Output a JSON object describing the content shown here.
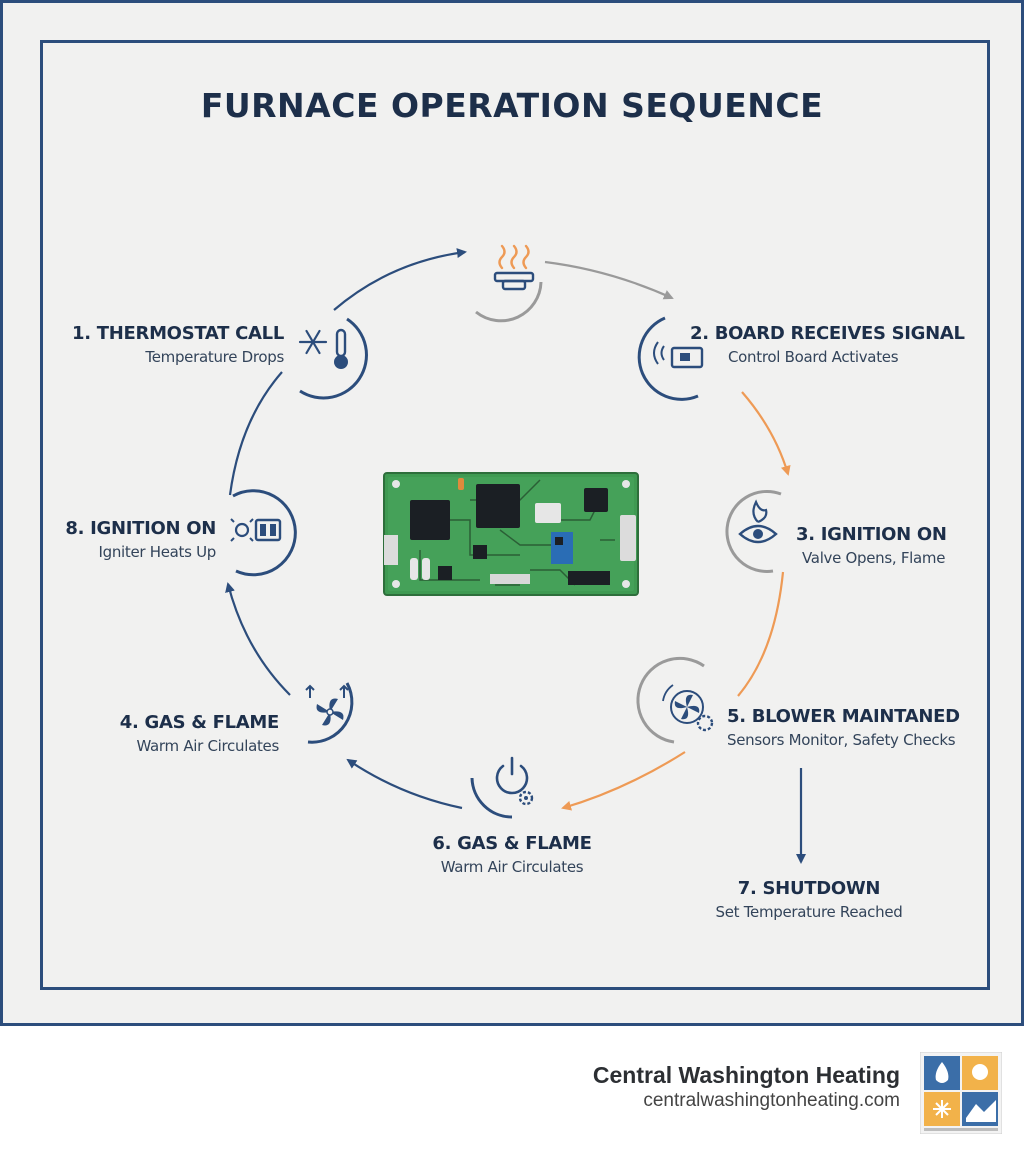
{
  "title": "FURNACE OPERATION SEQUENCE",
  "steps": [
    {
      "heading": "1. THERMOSTAT CALL",
      "sub": "Temperature Drops",
      "icon": "snowflake-thermometer-icon"
    },
    {
      "heading": "2. BOARD RECEIVES SIGNAL",
      "sub": "Control Board Activates",
      "icon": "signal-board-icon"
    },
    {
      "heading": "3. IGNITION ON",
      "sub": "Valve Opens, Flame",
      "icon": "flame-eye-icon"
    },
    {
      "heading": "5. BLOWER MAINTANED",
      "sub": "Sensors Monitor, Safety Checks",
      "icon": "fan-gear-icon"
    },
    {
      "heading": "6. GAS & FLAME",
      "sub": "Warm Air Circulates",
      "icon": "power-gear-icon"
    },
    {
      "heading": "7. SHUTDOWN",
      "sub": "Set Temperature Reached"
    },
    {
      "heading": "4. GAS & FLAME",
      "sub": "Warm Air Circulates",
      "icon": "fan-arrows-icon"
    },
    {
      "heading": "8. IGNITION ON",
      "sub": "Igniter Heats Up",
      "icon": "igniter-icon"
    }
  ],
  "top_icon": "burner-flame-icon",
  "center_image": "circuit-board-illustration",
  "footer": {
    "company": "Central Washington Heating",
    "url": "centralwashingtonheating.com",
    "logo": "company-logo"
  },
  "colors": {
    "navy": "#2c4d7c",
    "orange": "#ee9a55",
    "gray": "#8a8a8a",
    "board_green": "#3f9a52"
  }
}
